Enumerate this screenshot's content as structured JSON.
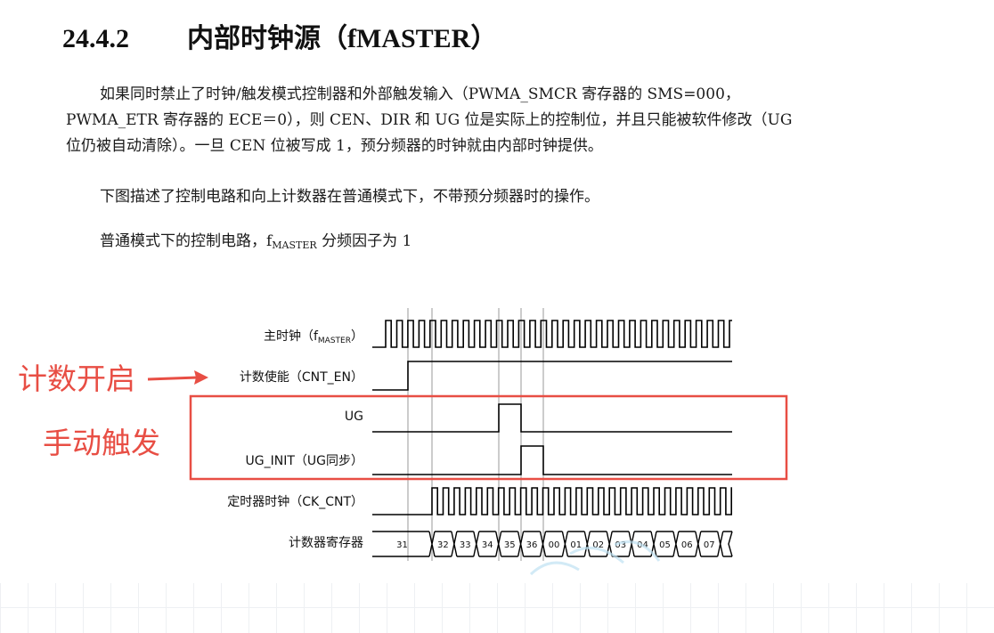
{
  "section": {
    "number": "24.4.2",
    "title": "内部时钟源（fMASTER）"
  },
  "paragraphs": {
    "p1": {
      "line1": "如果同时禁止了时钟/触发模式控制器和外部触发输入（PWMA_SMCR 寄存器的 SMS=000，",
      "line2": "PWMA_ETR 寄存器的 ECE＝0），则 CEN、DIR 和 UG 位是实际上的控制位，并且只能被软件修改（UG",
      "line3": "位仍被自动清除）。一旦 CEN 位被写成 1，预分频器的时钟就由内部时钟提供。"
    },
    "p2": "下图描述了控制电路和向上计数器在普通模式下，不带预分频器时的操作。",
    "p3": {
      "before": "普通模式下的控制电路，f",
      "sub": "MASTER",
      "after": " 分频因子为 1"
    }
  },
  "diagram": {
    "signals": {
      "master_clock": {
        "prefix": "主时钟（f",
        "sub": "MASTER",
        "suffix": "）"
      },
      "cnt_en": "计数使能（CNT_EN）",
      "ug": "UG",
      "ug_init": "UG_INIT（UG同步）",
      "ck_cnt": "定时器时钟（CK_CNT）",
      "counter_reg": "计数器寄存器"
    },
    "counter_values": [
      "31",
      "32",
      "33",
      "34",
      "35",
      "36",
      "00",
      "01",
      "02",
      "03",
      "04",
      "05",
      "06",
      "07"
    ]
  },
  "annotations": {
    "count_start": "计数开启",
    "manual_trigger": "手动触发"
  },
  "colors": {
    "annotation": "#e84e44",
    "box_border": "#e84e44",
    "waveform": "#000000",
    "guide_line": "#9a9a9a"
  }
}
